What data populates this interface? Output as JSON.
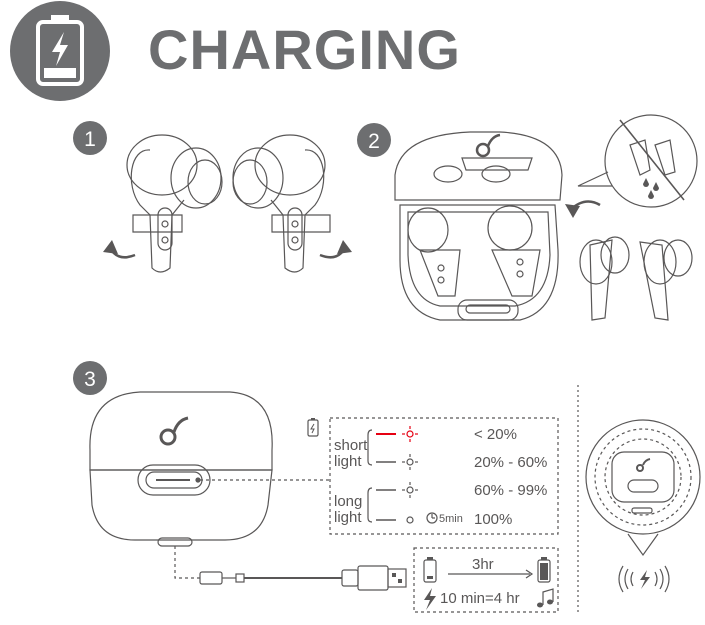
{
  "title": "CHARGING",
  "steps": [
    "1",
    "2",
    "3"
  ],
  "icons": [
    "battery-charging-icon",
    "logo-icon",
    "usb-cable-icon",
    "music-note-icon",
    "lightning-icon",
    "wireless-charging-icon",
    "timer-icon"
  ],
  "indicator": {
    "short_label": "short\nlight",
    "long_label": "long\nlight",
    "levels": [
      "< 20%",
      "20% - 60%",
      "60% - 99%",
      "100%"
    ],
    "timer": "5min"
  },
  "charging_time": {
    "full": "3hr",
    "quick": "10 min=4 hr"
  },
  "colors": {
    "accent_red": "#e60012",
    "gray": "#6d6e70",
    "line": "#595757"
  }
}
